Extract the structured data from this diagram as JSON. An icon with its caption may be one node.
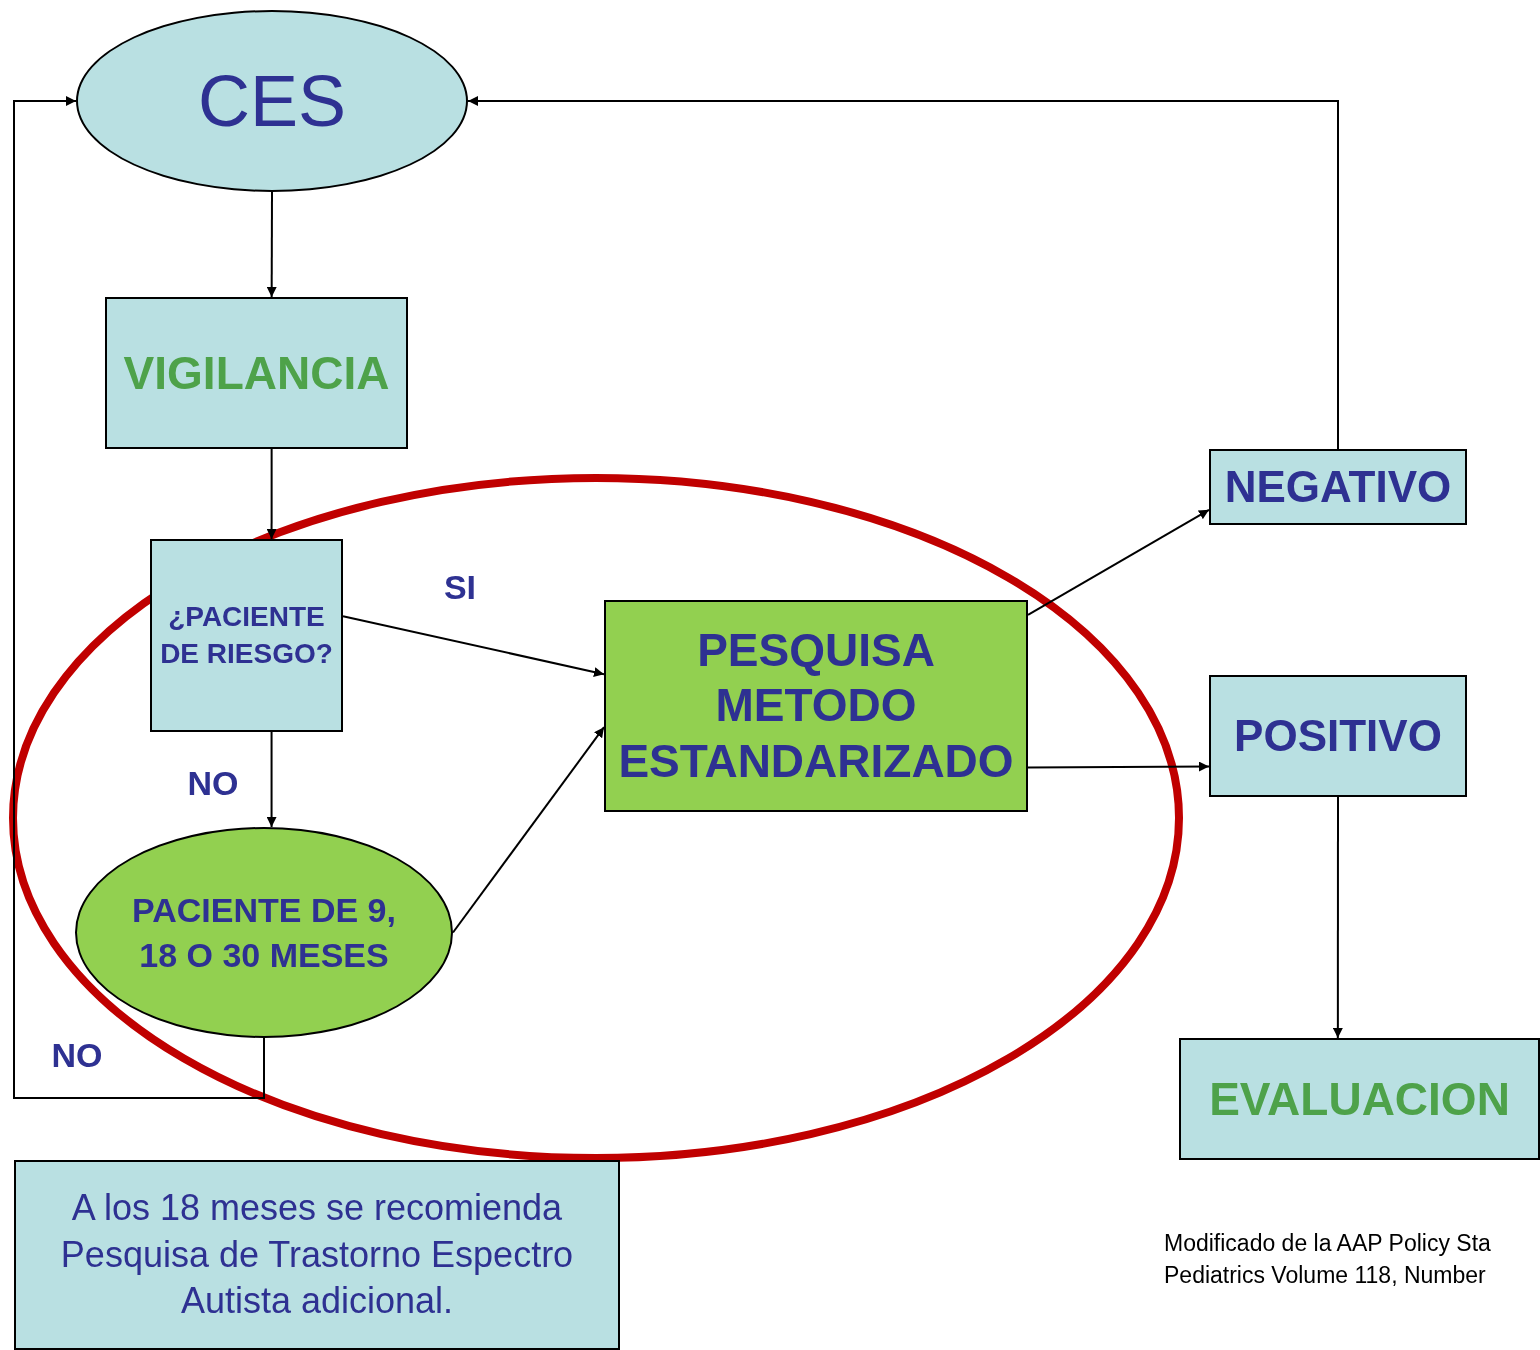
{
  "diagram": {
    "nodes": [
      {
        "text": [
          "CES"
        ]
      },
      {
        "text": [
          "VIGILANCIA"
        ]
      },
      {
        "text": [
          "¿PACIENTE DE RIESGO?"
        ]
      },
      {
        "text": [
          "PESQUISA METODO ESTANDARIZADO"
        ]
      },
      {
        "text": [
          "PACIENTE DE 9, 18 O 30 MESES"
        ]
      },
      {
        "text": [
          "NEGATIVO"
        ]
      },
      {
        "text": [
          "POSITIVO"
        ]
      },
      {
        "text": [
          "EVALUACION"
        ]
      },
      {
        "text": [
          "A los 18 meses se recomienda Pesquisa de Trastorno Espectro Autista adicional."
        ]
      }
    ],
    "edges": [
      {
        "from": 0,
        "to": 1,
        "arrow": "to"
      },
      {
        "from": 1,
        "to": 2,
        "arrow": "to"
      },
      {
        "from": 2,
        "to": 3,
        "arrow": "to",
        "label": "SI"
      },
      {
        "from": 2,
        "to": 4,
        "arrow": "to",
        "label": "NO"
      },
      {
        "from": 4,
        "to": 3,
        "arrow": "to"
      },
      {
        "from": 4,
        "to": 0,
        "arrow": "to",
        "label": "NO"
      },
      {
        "from": 3,
        "to": 5,
        "arrow": "to"
      },
      {
        "from": 3,
        "to": 6,
        "arrow": "to"
      },
      {
        "from": 5,
        "to": 0,
        "arrow": "to"
      },
      {
        "from": 6,
        "to": 7,
        "arrow": "to"
      }
    ],
    "labels": [
      "Modificado de la AAP Policy Sta",
      "Pediatrics Volume 118, Number"
    ]
  }
}
